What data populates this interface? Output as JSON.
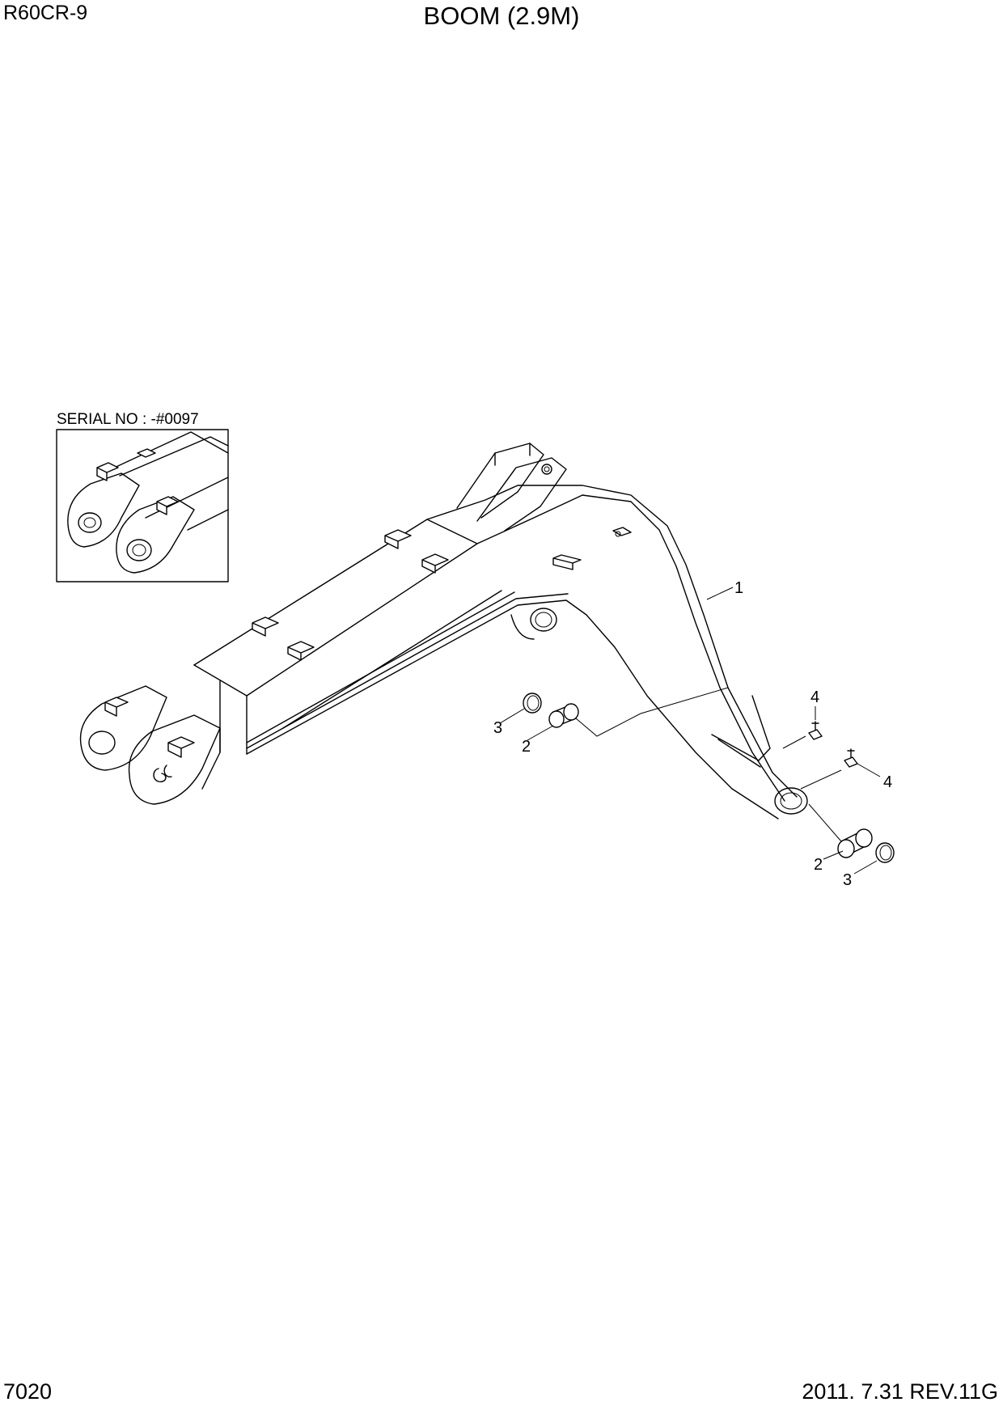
{
  "header": {
    "model": "R60CR-9",
    "title": "BOOM (2.9M)"
  },
  "footer": {
    "page_number": "7020",
    "revision": "2011. 7.31 REV.11G"
  },
  "inset": {
    "caption": "SERIAL NO : -#0097"
  },
  "callouts": {
    "boom": "1",
    "bushing_left": "2",
    "ring_left": "3",
    "fitting_top": "4",
    "fitting_right": "4",
    "bushing_right": "2",
    "ring_right": "3"
  }
}
